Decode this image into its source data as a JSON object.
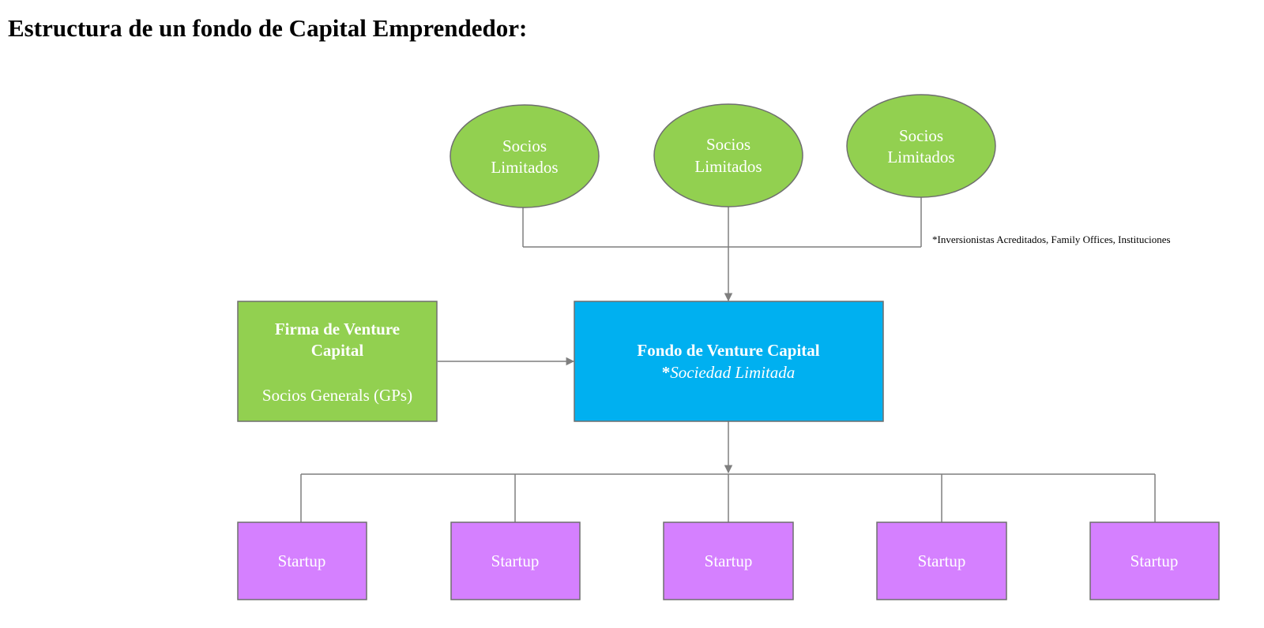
{
  "title": "Estructura de un fondo de Capital Emprendedor:",
  "limited_partners": {
    "label_line1": "Socios",
    "label_line2": "Limitados",
    "count": 3,
    "color": "#92d050"
  },
  "lp_note": "*Inversionistas Acreditados, Family Offices, Instituciones",
  "vc_firm": {
    "title_line1": "Firma de Venture",
    "title_line2": "Capital",
    "subtitle": "Socios Generals (GPs)",
    "color": "#92d050"
  },
  "fund": {
    "title": "Fondo de Venture Capital",
    "subtitle_prefix": "*",
    "subtitle": "Sociedad Limitada",
    "color": "#00b0f0"
  },
  "startups": {
    "label": "Startup",
    "count": 5,
    "color": "#d580ff"
  },
  "connector_color": "#7f7f7f"
}
